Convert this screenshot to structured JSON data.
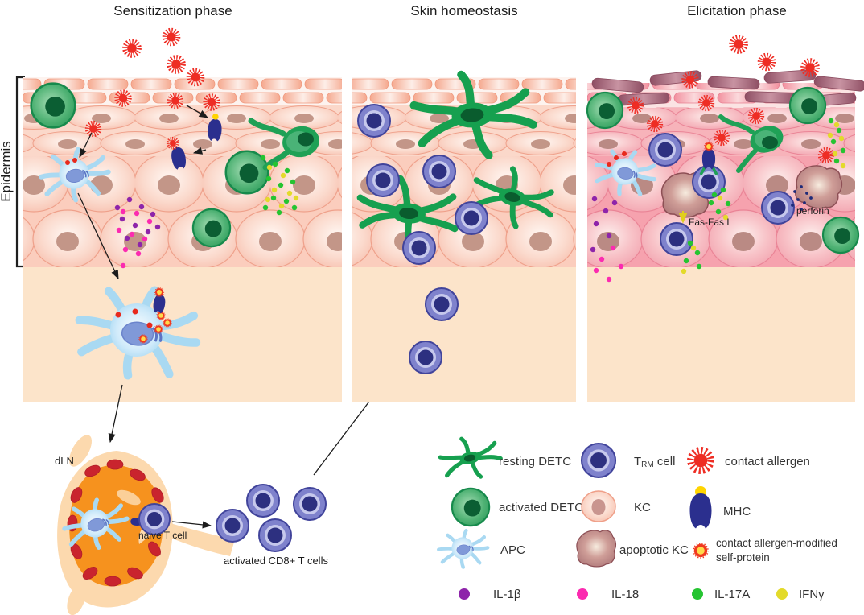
{
  "figure": {
    "titles": {
      "sensitization": "Sensitization phase",
      "homeostasis": "Skin homeostasis",
      "elicitation": "Elicitation phase"
    },
    "epidermis_label": "Epidermis",
    "annotations": {
      "dln": "dLN",
      "naive_t_cell": "naive T cell",
      "activated_cd8_t_cells": "activated CD8+ T cells",
      "fas_fas_l": "Fas-Fas L",
      "perforin": "perforin"
    },
    "legend": {
      "resting_detc": "resting DETC",
      "trm_prefix": "T",
      "trm_sub": "RM",
      "trm_suffix": " cell",
      "contact_allergen": "contact allergen",
      "activated_detc": "activated DETC",
      "kc": "KC",
      "mhc": "MHC",
      "apc": "APC",
      "apoptotic_kc": "apoptotic KC",
      "modified_self_protein_line1": "contact allergen-modified",
      "modified_self_protein_line2": "self-protein",
      "il1b": "IL-1β",
      "il18": "IL-18",
      "il17a": "IL-17A",
      "ifng": "IFNγ"
    },
    "colors": {
      "contact_allergen": "#ee2d24",
      "detc_green": "#1fa156",
      "apc_blue": "#93cfee",
      "trm_outer": "#7f82cc",
      "trm_nucleus": "#2d3080",
      "mhc_navy": "#2b2f8e",
      "mhc_tip_yellow": "#ffd400",
      "il1b": "#8e24aa",
      "il18": "#fb2bb0",
      "il17a": "#25c431",
      "ifng": "#e3da2a",
      "kc_pink": "#f5b19d",
      "inflamed_pink": "#ef93a2",
      "apoptotic_kc": "#a26a6e",
      "dln_orange": "#f6921e",
      "dln_capsule": "#fcd9ae",
      "dermis": "#fce4ca"
    }
  }
}
